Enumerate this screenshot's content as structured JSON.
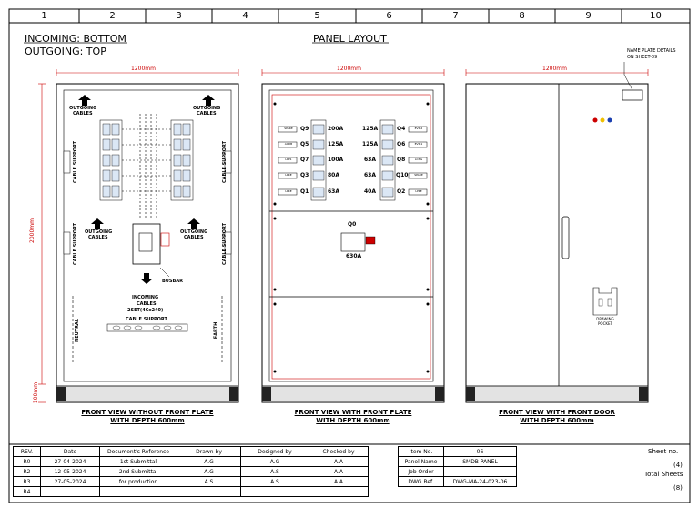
{
  "columns": [
    "1",
    "2",
    "3",
    "4",
    "5",
    "6",
    "7",
    "8",
    "9",
    "10"
  ],
  "header": {
    "incoming": "INCOMING: BOTTOM",
    "outgoing": "OUTGOING: TOP",
    "title": "PANEL LAYOUT"
  },
  "dims": {
    "width1": "1200mm",
    "width2": "1200mm",
    "width3": "1200mm",
    "height": "2000mm",
    "base": "100mm"
  },
  "nameplate": {
    "line1": "NAME PLATE DETAILS",
    "line2": "ON SHEET-09"
  },
  "view1": {
    "outgoing_left": [
      "OUTGOING",
      "CABLES"
    ],
    "outgoing_right": [
      "OUTGOING",
      "CABLES"
    ],
    "outgoing_mid_left": [
      "OUTGOING",
      "CABLES"
    ],
    "outgoing_mid_right": [
      "OUTGOING",
      "CABLES"
    ],
    "cable_support": "CABLE SUPPORT",
    "busbar": "BUSBAR",
    "incoming": [
      "INCOMING",
      "CABLES",
      "2SET(4Cx240)"
    ],
    "bottom_support": "CABLE SUPPORT",
    "neutral": "NEUTRAL",
    "earth": "EARTH",
    "caption": [
      "FRONT VIEW WITHOUT FRONT PLATE",
      "WITH DEPTH 600mm"
    ]
  },
  "view2": {
    "left_breakers": [
      {
        "tag": "SPARE",
        "q": "Q9",
        "rating": "200A"
      },
      {
        "tag": "ACDB",
        "q": "Q5",
        "rating": "125A"
      },
      {
        "tag": "LPP1",
        "q": "Q7",
        "rating": "100A"
      },
      {
        "tag": "LPKE",
        "q": "Q3",
        "rating": "80A"
      },
      {
        "tag": "LPKE",
        "q": "Q1",
        "rating": "63A"
      }
    ],
    "right_breakers": [
      {
        "tag": "EVP-2",
        "q": "Q4",
        "rating": "125A"
      },
      {
        "tag": "EVP-1",
        "q": "Q6",
        "rating": "125A"
      },
      {
        "tag": "LCNG",
        "q": "Q8",
        "rating": "63A"
      },
      {
        "tag": "SPARE",
        "q": "Q10",
        "rating": "63A"
      },
      {
        "tag": "LPKE",
        "q": "Q2",
        "rating": "40A"
      }
    ],
    "main_q": "Q0",
    "main_rating": "630A",
    "caption": [
      "FRONT VIEW WITH FRONT PLATE",
      "WITH DEPTH 600mm"
    ]
  },
  "view3": {
    "pocket": [
      "DRAWING",
      "POCKET"
    ],
    "caption": [
      "FRONT VIEW WITH FRONT DOOR",
      "WITH DEPTH 600mm"
    ]
  },
  "revtable": {
    "headers": [
      "REV.",
      "Date",
      "Document's Reference",
      "Drawn by",
      "Designed by",
      "Checked by"
    ],
    "rows": [
      [
        "R0",
        "27-04-2024",
        "1st Submittal",
        "A.G",
        "A.G",
        "A.A"
      ],
      [
        "R2",
        "12-05-2024",
        "2nd Submittal",
        "A.G",
        "A.S",
        "A.A"
      ],
      [
        "R3",
        "27-05-2024",
        "for production",
        "A.S",
        "A.S",
        "A.A"
      ],
      [
        "R4",
        "",
        "",
        "",
        "",
        ""
      ]
    ]
  },
  "infotable": {
    "rows": [
      [
        "Item No.",
        "06"
      ],
      [
        "Panel Name",
        "SMDB PANEL"
      ],
      [
        "Job Order",
        "-------"
      ],
      [
        "DWG Ref.",
        "DWG-MA-24-023-06"
      ]
    ]
  },
  "sheet": {
    "label": "Sheet no.",
    "value": "(4)",
    "total_label": "Total Sheets",
    "total_value": "(8)"
  }
}
